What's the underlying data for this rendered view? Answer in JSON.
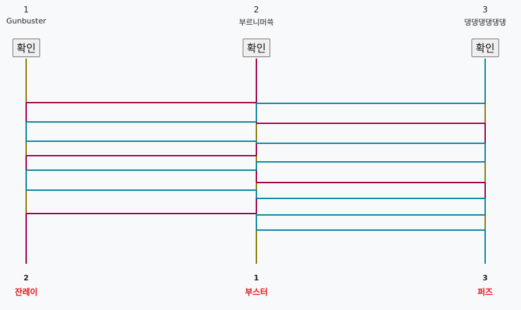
{
  "players": [
    {
      "number": "1",
      "name": "Gunbuster",
      "button": "확인",
      "color": "#8a7a05"
    },
    {
      "number": "2",
      "name": "부르니머쓱",
      "button": "확인",
      "color": "#990047"
    },
    {
      "number": "3",
      "name": "댕댕댕댕댕댕",
      "button": "확인",
      "color": "#0a83a0"
    }
  ],
  "results": [
    {
      "number": "2",
      "label": "잔레이"
    },
    {
      "number": "1",
      "label": "부스터"
    },
    {
      "number": "3",
      "label": "퍼즈"
    }
  ]
}
